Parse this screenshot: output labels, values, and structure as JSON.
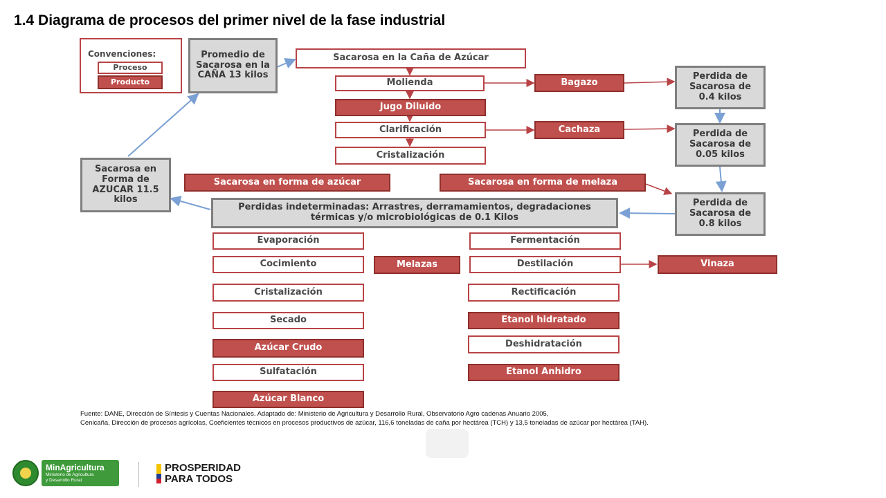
{
  "page": {
    "title": "1.4 Diagrama de procesos del primer nivel de la fase industrial"
  },
  "legend": {
    "title": "Convenciones:",
    "proceso": "Proceso",
    "producto": "Producto"
  },
  "colors": {
    "proceso_border": "#b84346",
    "producto_fill": "#c0504d",
    "summary_fill": "#d9d9d9",
    "summary_border": "#7f7f7f",
    "red_arrow": "#b84346",
    "blue_arrow": "#7aa0d4"
  },
  "nodes": {
    "promedio": "Promedio de Sacarosa en la CAÑA 13 kilos",
    "sacarosa_cana": "Sacarosa en la Caña de Azúcar",
    "molienda": "Molienda",
    "bagazo": "Bagazo",
    "perdida_04": "Perdida de Sacarosa de 0.4 kilos",
    "jugo_diluido": "Jugo Diluido",
    "clarificacion": "Clarificación",
    "cachaza": "Cachaza",
    "perdida_005": "Perdida de Sacarosa de 0.05 kilos",
    "cristalizacion_top": "Cristalización",
    "sacarosa_azucar_total": "Sacarosa en Forma de AZUCAR 11.5 kilos",
    "sacarosa_forma_azucar": "Sacarosa en forma de azúcar",
    "sacarosa_forma_melaza": "Sacarosa en forma de melaza",
    "perdidas_indeterminadas": "Perdidas indeterminadas: Arrastres, derramamientos, degradaciones térmicas y/o microbiológicas de 0.1 Kilos",
    "perdida_08": "Perdida de Sacarosa de 0.8 kilos",
    "evaporacion": "Evaporación",
    "cocimiento": "Cocimiento",
    "melazas": "Melazas",
    "cristalizacion": "Cristalización",
    "secado": "Secado",
    "azucar_crudo": "Azúcar Crudo",
    "sulfatacion": "Sulfatación",
    "azucar_blanco": "Azúcar Blanco",
    "fermentacion": "Fermentación",
    "destilacion": "Destilación",
    "vinaza": "Vinaza",
    "rectificacion": "Rectificación",
    "etanol_hidratado": "Etanol hidratado",
    "deshidratacion": "Deshidratación",
    "etanol_anhidro": "Etanol Anhidro"
  },
  "source": {
    "line1": "Fuente: DANE, Dirección de Síntesis y Cuentas Nacionales. Adaptado de: Ministerio de Agricultura y Desarrollo Rural, Observatorio Agro cadenas Anuario 2005,",
    "line2": "Cenicaña, Dirección de procesos agrícolas, Coeficientes técnicos en procesos productivos de azúcar, 116,6 toneladas de caña por hectárea (TCH) y 13,5 toneladas de azúcar por hectárea (TAH)."
  },
  "footer": {
    "minagricultura_name": "MinAgricultura",
    "minagricultura_sub1": "Ministerio de Agricultura",
    "minagricultura_sub2": "y Desarrollo Rural",
    "prosperidad_line1": "PROSPERIDAD",
    "prosperidad_line2": "PARA TODOS"
  }
}
